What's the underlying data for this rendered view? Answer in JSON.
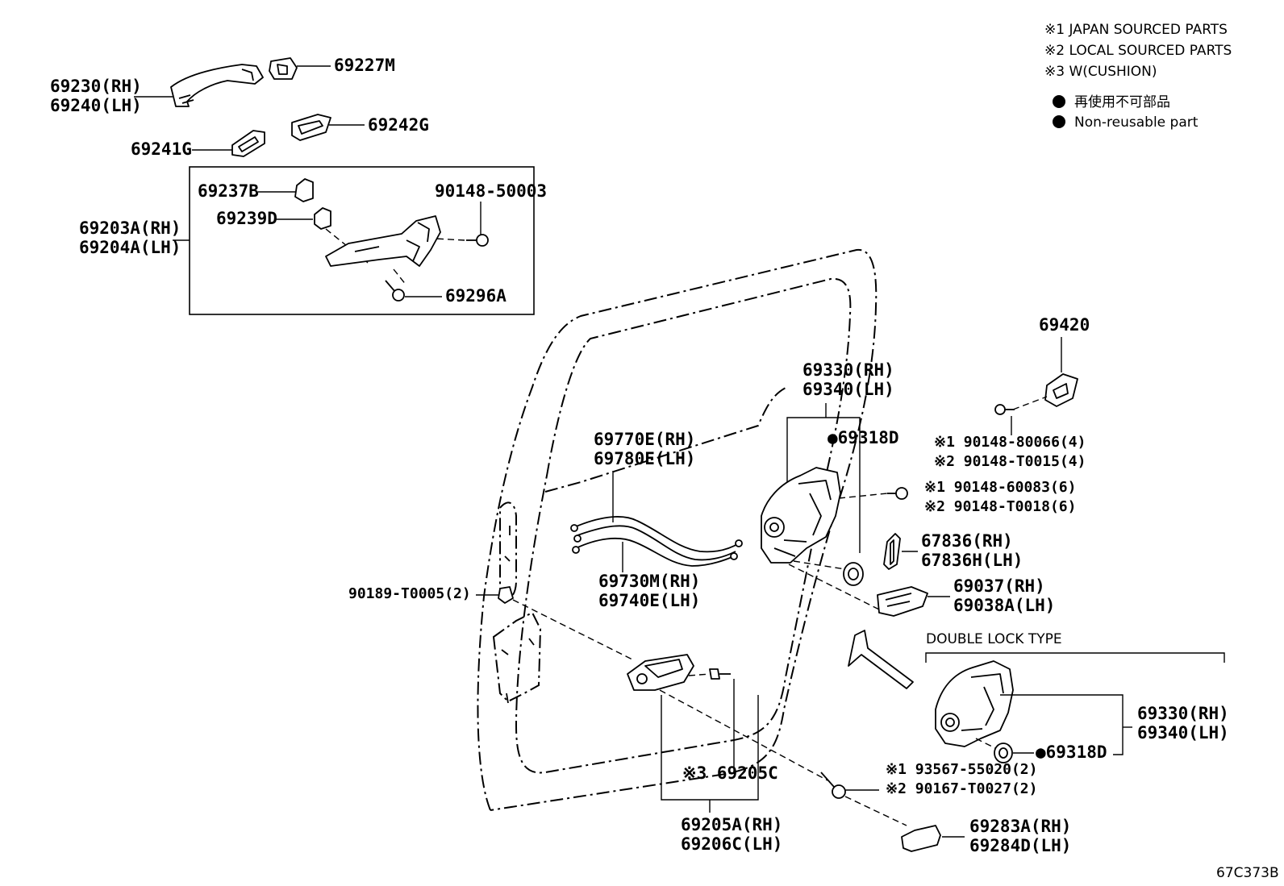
{
  "legend": {
    "notes": [
      "※1  JAPAN SOURCED PARTS",
      "※2  LOCAL SOURCED PARTS",
      "※3 W(CUSHION)"
    ],
    "nonreusable_jp": "再使用不可部品",
    "nonreusable_en": "Non-reusable part"
  },
  "labels": {
    "p69227m": "69227M",
    "p69230": "69230(RH)",
    "p69240": "69240(LH)",
    "p69242g": "69242G",
    "p69241g": "69241G",
    "p69237b": "69237B",
    "p90148_50003": "90148-50003",
    "p69239d": "69239D",
    "p69203a": "69203A(RH)",
    "p69204a": "69204A(LH)",
    "p69296a": "69296A",
    "p69420": "69420",
    "p69330": "69330(RH)",
    "p69340": "69340(LH)",
    "p69318d": "●69318D",
    "p80066": "※1 90148-80066(4)",
    "pT0015": "※2 90148-T0015(4)",
    "p69770e": "69770E(RH)",
    "p69780e": "69780E(LH)",
    "p60083": "※1  90148-60083(6)",
    "pT0018": "※2  90148-T0018(6)",
    "p67836": "67836(RH)",
    "p67836h": "67836H(LH)",
    "p69730m": "69730M(RH)",
    "p69740e": "69740E(LH)",
    "p90189": "90189-T0005(2)",
    "p69037": "69037(RH)",
    "p69038a": "69038A(LH)",
    "double_lock": "DOUBLE LOCK TYPE",
    "p69330b": "69330(RH)",
    "p69340b": "69340(LH)",
    "p69318d_b": "●69318D",
    "p69205c": "※3 69205C",
    "p93567": "※1 93567-55020(2)",
    "p90167": "※2 90167-T0027(2)",
    "p69205a": "69205A(RH)",
    "p69206c": "69206C(LH)",
    "p69283a": "69283A(RH)",
    "p69284d": "69284D(LH)",
    "figure_code": "67C373B"
  }
}
